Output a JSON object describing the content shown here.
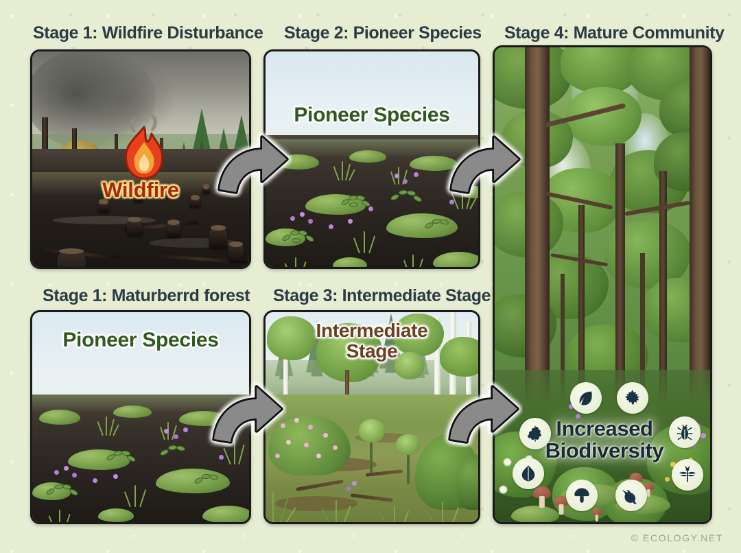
{
  "theme": {
    "background": "#e7edd3",
    "title_color": "#2c3b44",
    "panel_border": "#1a1a1a",
    "arrow_fill": "#8a8a8a",
    "arrow_outline": "#111111",
    "wildfire_text_color": "#a32a10",
    "pioneer_text_color": "#2f5a1f",
    "intermediate_text_color": "#6b3f1c",
    "biodiversity_text_color": "#19293a"
  },
  "panels": [
    {
      "id": "stage-1-wildfire",
      "title": "Stage 1: Wildfire Disturbance",
      "overlay_label": "Wildfire",
      "icon": "flame-icon",
      "scene": "burned-forest-with-charred-stumps"
    },
    {
      "id": "stage-2-pioneer",
      "title": "Stage 2: Pioneer Species",
      "overlay_label": "Pioneer Species",
      "scene": "burned-soil-with-moss-grass-and-wildflowers"
    },
    {
      "id": "stage-1-mature-duplicate",
      "title": "Stage 1: Maturberrd forest",
      "overlay_label": "Pioneer Species",
      "scene": "burned-soil-with-moss-grass-and-wildflowers"
    },
    {
      "id": "stage-3-intermediate",
      "title": "Stage 3: Intermediate Stage",
      "overlay_label": "Intermediate\nStage",
      "scene": "shrubs-saplings-birches-and-meadow-grass"
    },
    {
      "id": "stage-4-mature",
      "title": "Stage 4: Mature Community",
      "scene": "dense-mature-forest-canopy-with-rich-understory"
    }
  ],
  "biodiversity": {
    "line1": "Increased",
    "line2": "Biodiversity",
    "icons": [
      {
        "name": "leaf-icon",
        "position": "top-left"
      },
      {
        "name": "maple-leaf-icon",
        "position": "top-right"
      },
      {
        "name": "oak-leaf-icon",
        "position": "mid-left-upper"
      },
      {
        "name": "beetle-icon",
        "position": "mid-right-upper"
      },
      {
        "name": "heart-leaf-icon",
        "position": "mid-left-lower"
      },
      {
        "name": "dragonfly-icon",
        "position": "mid-right-lower"
      },
      {
        "name": "mushroom-icon",
        "position": "bottom-left"
      },
      {
        "name": "bird-icon",
        "position": "bottom-right"
      }
    ]
  },
  "arrows": [
    {
      "name": "arrow-stage1-to-stage2",
      "direction": "right-curved-up"
    },
    {
      "name": "arrow-stage2-to-stage4",
      "direction": "right-curved-up"
    },
    {
      "name": "arrow-mature-to-stage3",
      "direction": "right-curved-up"
    },
    {
      "name": "arrow-stage3-to-stage4",
      "direction": "right-curved-up"
    }
  ],
  "footer": {
    "copyright": "© ECOLOGY.NET"
  }
}
